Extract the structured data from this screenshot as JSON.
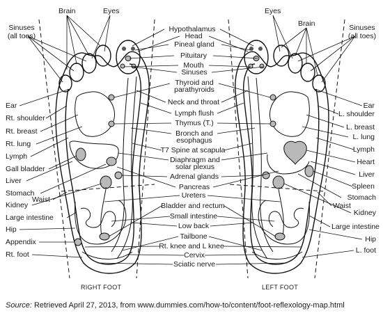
{
  "diagram": {
    "center_labels": [
      "Hypothalamus",
      "Head",
      "Pineal gland",
      "Pituitary",
      "Mouth",
      "Sinuses",
      "Thyroid and",
      "parathyroids",
      "Neck and throat",
      "Lymph flush",
      "Thymus (T.)",
      "Bronch and",
      "esophagus",
      "T7 Spine at scapula",
      "Diaphragm and",
      "solar plexus",
      "Adrenal glands",
      "Pancreas",
      "Ureters",
      "Bladder and rectum",
      "Small intestine",
      "Low back",
      "Tailbone",
      "Rt. knee and L knee",
      "Cervix",
      "Sciatic nerve"
    ],
    "right_foot": {
      "caption": "RIGHT FOOT",
      "labels": {
        "brain": "Brain",
        "eyes": "Eyes",
        "sinuses": "Sinuses",
        "all_toes": "(all toes)",
        "ear": "Ear",
        "shoulder": "Rt. shoulder",
        "breast": "Rt. breast",
        "lung": "Rt. lung",
        "lymph": "Lymph",
        "gall_bladder": "Gall bladder",
        "liver": "Liver",
        "stomach": "Stomach",
        "waist": "Waist",
        "kidney": "Kidney",
        "large_intestine": "Large intestine",
        "hip": "Hip",
        "appendix": "Appendix",
        "foot": "Rt. foot"
      }
    },
    "left_foot": {
      "caption": "LEFT FOOT",
      "labels": {
        "eyes": "Eyes",
        "brain": "Brain",
        "sinuses": "Sinuses",
        "all_toes": "(all toes)",
        "ear": "Ear",
        "shoulder": "L. shoulder",
        "breast": "L. breast",
        "lung": "L. lung",
        "lymph": "Lymph",
        "heart": "Heart",
        "liver": "Liver",
        "spleen": "Spleen",
        "stomach": "Stomach",
        "waist": "Waist",
        "kidney": "Kidney",
        "large_intestine": "Large intestine",
        "hip": "Hip",
        "foot": "L. foot"
      }
    },
    "source": {
      "label": "Source:",
      "text": "Retrieved April 27, 2013, from www.dummies.com/how-to/content/foot-reflexology-map.html"
    }
  }
}
